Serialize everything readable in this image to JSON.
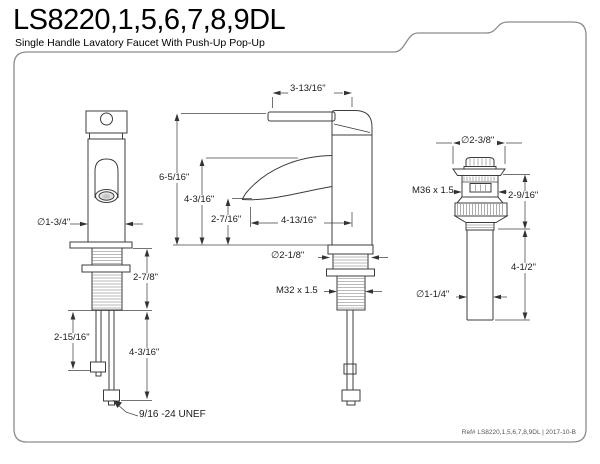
{
  "header": {
    "model": "LS8220,1,5,6,7,8,9DL",
    "subtitle": "Single Handle Lavatory Faucet With Push-Up Pop-Up"
  },
  "footer": {
    "reference": "Ref# LS8220,1,5,6,7,8,9DL | 2017-10-B"
  },
  "drawing": {
    "front_view": {
      "base_diameter": "∅1-3/4\"",
      "deck_to_thread_end": "2-7/8\"",
      "hose_short": "2-15/16\"",
      "hose_long": "4-3/16\"",
      "supply_thread": "9/16 -24 UNEF"
    },
    "side_view": {
      "handle_length": "3-13/16\"",
      "overall_height": "6-5/16\"",
      "spout_height": "4-3/16\"",
      "aerator_clearance": "2-7/16\"",
      "spout_reach": "4-13/16\"",
      "escutcheon_diameter": "∅2-1/8\"",
      "mounting_thread": "M32 x 1.5"
    },
    "drain_view": {
      "flange_diameter": "∅2-3/8\"",
      "drain_thread": "M36 x 1.5",
      "body_height": "2-9/16\"",
      "tailpiece_length": "4-1/2\"",
      "tailpiece_diameter": "∅1-1/4\""
    }
  },
  "colors": {
    "line": "#3c3c3c",
    "dimension": "#444444",
    "border": "#8c8c8c"
  }
}
